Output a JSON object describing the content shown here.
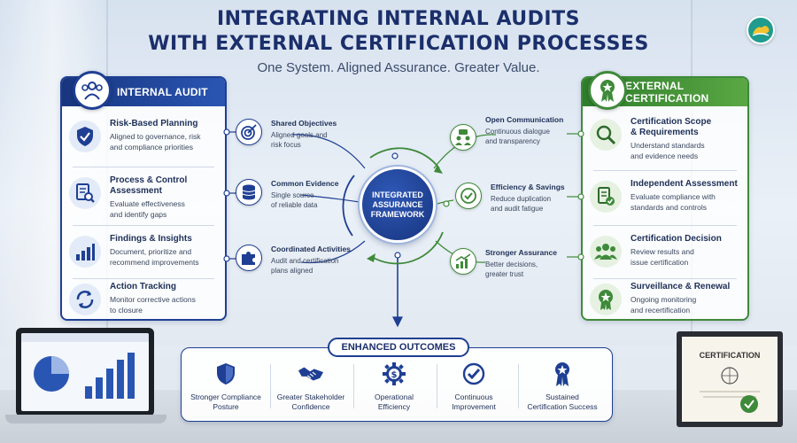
{
  "header": {
    "title_line1": "INTEGRATING INTERNAL AUDITS",
    "title_line2": "WITH EXTERNAL CERTIFICATION PROCESSES",
    "subtitle": "One System. Aligned Assurance. Greater Value."
  },
  "internal_audit": {
    "heading": "INTERNAL AUDIT",
    "items": [
      {
        "title": "Risk-Based Planning",
        "desc_line1": "Aligned to governance, risk",
        "desc_line2": "and compliance priorities",
        "icon": "shield-icon"
      },
      {
        "title": "Process & Control Assessment",
        "desc_line1": "Evaluate effectiveness",
        "desc_line2": "and identify gaps",
        "icon": "checklist-magnifier-icon"
      },
      {
        "title": "Findings & Insights",
        "desc_line1": "Document, prioritize and",
        "desc_line2": "recommend improvements",
        "icon": "bar-chart-icon"
      },
      {
        "title": "Action Tracking",
        "desc_line1": "Monitor corrective actions",
        "desc_line2": "to closure",
        "icon": "refresh-icon"
      }
    ]
  },
  "external_certification": {
    "heading": "EXTERNAL CERTIFICATION",
    "items": [
      {
        "title": "Certification Scope",
        "title_line2": "& Requirements",
        "desc_line1": "Understand standards",
        "desc_line2": "and evidence needs",
        "icon": "magnifier-icon"
      },
      {
        "title": "Independent Assessment",
        "desc_line1": "Evaluate compliance with",
        "desc_line2": "standards and controls",
        "icon": "document-check-icon"
      },
      {
        "title": "Certification Decision",
        "desc_line1": "Review results  and",
        "desc_line2": "issue certification",
        "icon": "team-icon"
      },
      {
        "title": "Surveillance & Renewal",
        "desc_line1": "Ongoing monitoring",
        "desc_line2": "and recertification",
        "icon": "award-icon"
      }
    ]
  },
  "shared_left": [
    {
      "title": "Shared Objectives",
      "desc_line1": "Aligned goals and",
      "desc_line2": "risk focus",
      "icon": "target-icon"
    },
    {
      "title": "Common Evidence",
      "desc_line1": "Single source",
      "desc_line2": "of reliable data",
      "icon": "database-icon"
    },
    {
      "title": "Coordinated Activities",
      "desc_line1": "Audit and certification",
      "desc_line2": "plans aligned",
      "icon": "puzzle-icon"
    }
  ],
  "shared_right": [
    {
      "title": "Open Communication",
      "desc_line1": "Continuous dialogue",
      "desc_line2": "and transparency",
      "icon": "chat-people-icon"
    },
    {
      "title": "Efficiency & Savings",
      "desc_line1": "Reduce duplication",
      "desc_line2": "and audit fatigue",
      "icon": "check-circle-icon"
    },
    {
      "title": "Stronger Assurance",
      "desc_line1": "Better decisions,",
      "desc_line2": "greater trust",
      "icon": "growth-chart-icon"
    }
  ],
  "hub": {
    "line1": "INTEGRATED",
    "line2": "ASSURANCE",
    "line3": "FRAMEWORK"
  },
  "outcomes": {
    "heading": "ENHANCED OUTCOMES",
    "items": [
      {
        "line1": "Stronger Compliance",
        "line2": "Posture",
        "icon": "shield-icon"
      },
      {
        "line1": "Greater Stakeholder",
        "line2": "Confidence",
        "icon": "handshake-icon"
      },
      {
        "line1": "Operational",
        "line2": "Efficiency",
        "icon": "gear-dollar-icon"
      },
      {
        "line1": "Continuous",
        "line2": "Improvement",
        "icon": "check-circle-icon"
      },
      {
        "line1": "Sustained",
        "line2": "Certification Success",
        "icon": "medal-icon"
      }
    ]
  },
  "certificate": {
    "title": "CERTIFICATION"
  },
  "colors": {
    "navy": "#1e3f93",
    "green": "#3e8a3a",
    "light_green": "#5aa744"
  }
}
